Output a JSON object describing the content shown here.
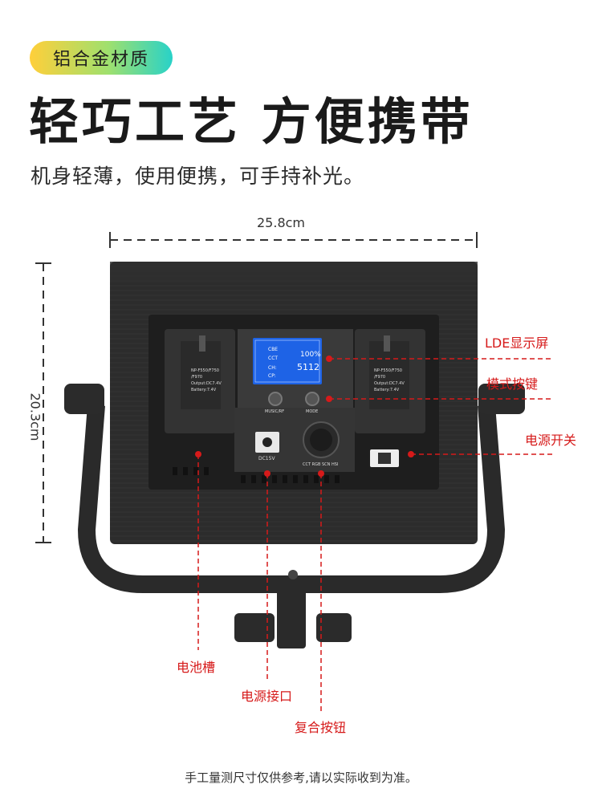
{
  "badge": {
    "label": "铝合金材质"
  },
  "headline": {
    "title": "轻巧工艺 方便携带",
    "subtitle": "机身轻薄，使用便携，可手持补光。"
  },
  "dimensions": {
    "width_label": "25.8cm",
    "height_label": "20.3cm"
  },
  "panel": {
    "lcd": {
      "line1_left": "CBE",
      "line1_right": "100%",
      "cct": "CCT",
      "ch": "CH:",
      "cp": "CP:",
      "value": "5112"
    },
    "button_labels": {
      "music": "MUSIC/RF",
      "mode": "MODE"
    },
    "dc_label": "DC15V",
    "knob_label": "CCT RGB SCN HSI",
    "battery_text": [
      "NP-F550/F750",
      "/F970",
      "Output:DC7.4V",
      "Battery:7.4V"
    ]
  },
  "callouts": {
    "lcd": "LDE显示屏",
    "mode": "模式按键",
    "power_switch": "电源开关",
    "battery_slot": "电池槽",
    "power_port": "电源接口",
    "combo_button": "复合按钮"
  },
  "colors": {
    "accent_red": "#d61a1a",
    "lcd_blue": "#1e63e6",
    "body_dark": "#2b2b2b"
  },
  "footer": {
    "note": "手工量测尺寸仅供参考,请以实际收到为准。"
  }
}
